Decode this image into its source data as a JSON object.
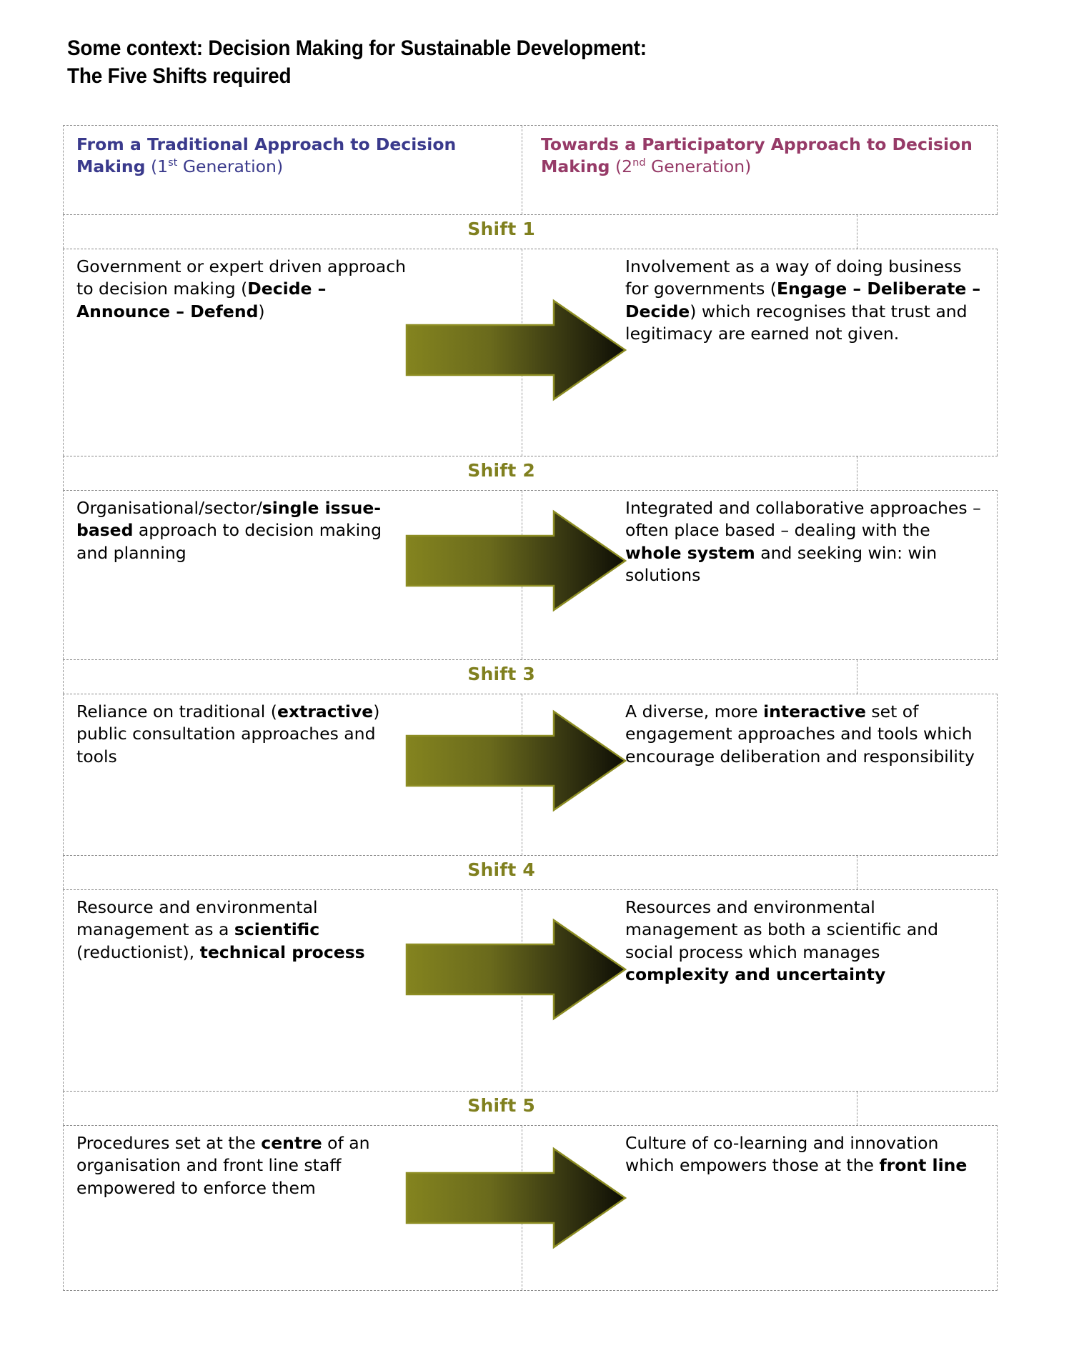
{
  "title": {
    "line1": "Some context: Decision Making for Sustainable Development:",
    "line2": "The Five Shifts required"
  },
  "colors": {
    "left_header": "#3a3a8c",
    "right_header": "#963a67",
    "shift_label": "#80801f",
    "arrow_light": "#7f7f22",
    "arrow_dark": "#161608",
    "arrow_outline": "#8a8a22",
    "border": "#8a8a8a",
    "background": "#ffffff",
    "text": "#000000"
  },
  "header": {
    "left": {
      "bold_part": "From a Traditional Approach to Decision Making",
      "normal_part": " (1",
      "sup": "st",
      "normal_tail": " Generation)"
    },
    "right": {
      "bold_part": "Towards a Participatory Approach to Decision Making",
      "normal_part": " (2",
      "sup": "nd",
      "normal_tail": " Generation)"
    }
  },
  "shifts": [
    {
      "label": "Shift 1",
      "arrow_icon": "right-arrow-icon",
      "left": {
        "segments": [
          {
            "text": "Government or expert driven approach to decision making (",
            "bold": false
          },
          {
            "text": "Decide – Announce – Defend",
            "bold": true
          },
          {
            "text": ")",
            "bold": false
          }
        ]
      },
      "right": {
        "segments": [
          {
            "text": "Involvement as a way of doing business for governments (",
            "bold": false
          },
          {
            "text": "Engage – Deliberate – Decide",
            "bold": true
          },
          {
            "text": ") which recognises that trust and legitimacy are earned not given.",
            "bold": false
          }
        ]
      }
    },
    {
      "label": "Shift 2",
      "arrow_icon": "right-arrow-icon",
      "left": {
        "segments": [
          {
            "text": "Organisational/sector/",
            "bold": false
          },
          {
            "text": "single issue-based",
            "bold": true
          },
          {
            "text": " approach to decision making and planning",
            "bold": false
          }
        ]
      },
      "right": {
        "segments": [
          {
            "text": "Integrated and collaborative approaches – often place based – dealing with the ",
            "bold": false
          },
          {
            "text": "whole system",
            "bold": true
          },
          {
            "text": " and seeking win: win solutions",
            "bold": false
          }
        ]
      }
    },
    {
      "label": "Shift 3",
      "arrow_icon": "right-arrow-icon",
      "left": {
        "segments": [
          {
            "text": "Reliance on traditional (",
            "bold": false
          },
          {
            "text": "extractive",
            "bold": true
          },
          {
            "text": ") public consultation approaches and tools",
            "bold": false
          }
        ]
      },
      "right": {
        "segments": [
          {
            "text": "A diverse, more ",
            "bold": false
          },
          {
            "text": "interactive",
            "bold": true
          },
          {
            "text": " set of engagement approaches and tools which encourage deliberation and responsibility",
            "bold": false
          }
        ]
      }
    },
    {
      "label": "Shift 4",
      "arrow_icon": "right-arrow-icon",
      "left": {
        "segments": [
          {
            "text": "Resource and environmental management as a ",
            "bold": false
          },
          {
            "text": "scientific",
            "bold": true
          },
          {
            "text": " (reductionist), ",
            "bold": false
          },
          {
            "text": "technical process",
            "bold": true
          }
        ]
      },
      "right": {
        "segments": [
          {
            "text": "Resources and environmental management as both a scientific and social process which manages ",
            "bold": false
          },
          {
            "text": "complexity and uncertainty",
            "bold": true
          }
        ]
      }
    },
    {
      "label": "Shift 5",
      "arrow_icon": "right-arrow-icon",
      "left": {
        "segments": [
          {
            "text": "Procedures set at the ",
            "bold": false
          },
          {
            "text": "centre",
            "bold": true
          },
          {
            "text": " of an organisation and front line staff empowered to enforce them",
            "bold": false
          }
        ]
      },
      "right": {
        "segments": [
          {
            "text": "Culture of co-learning and innovation which empowers those at the ",
            "bold": false
          },
          {
            "text": "front line",
            "bold": true
          }
        ]
      }
    }
  ]
}
